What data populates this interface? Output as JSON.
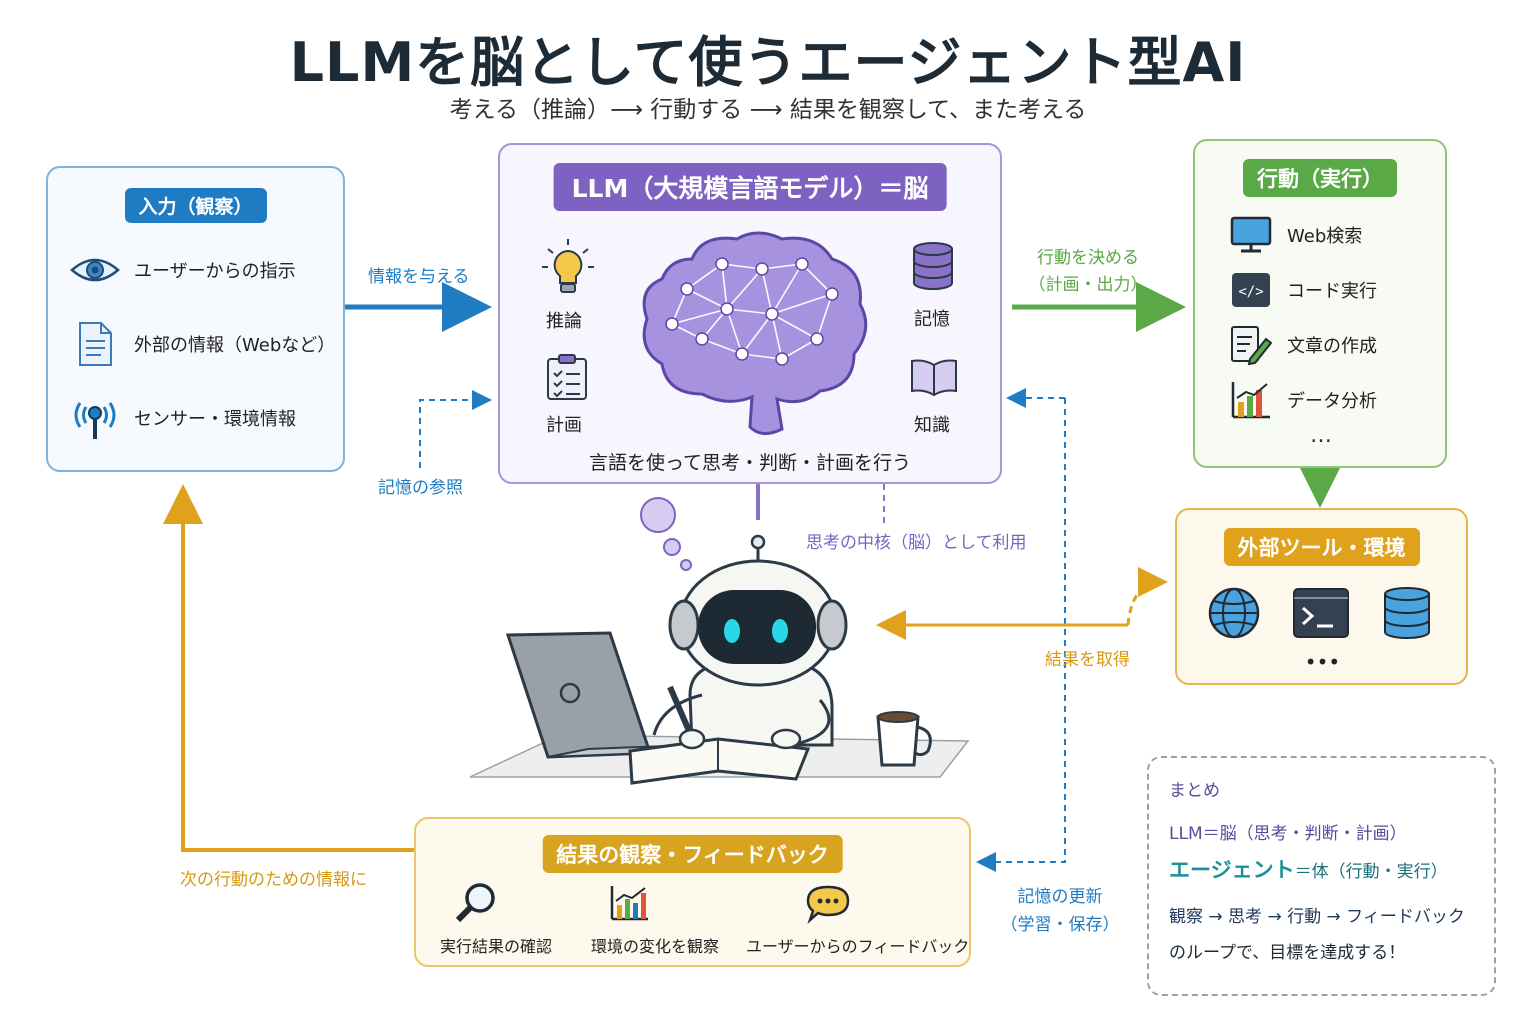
{
  "title": "LLMを脳として使うエージェント型AI",
  "subtitle": "考える（推論）⟶ 行動する ⟶ 結果を観察して、また考える",
  "input": {
    "header": "入力（観察）",
    "items": [
      "ユーザーからの指示",
      "外部の情報（Webなど）",
      "センサー・環境情報"
    ]
  },
  "llm": {
    "header": "LLM（大規模言語モデル）＝脳",
    "labels": [
      "推論",
      "計画",
      "記憶",
      "知識"
    ],
    "footer": "言語を使って思考・判断・計画を行う"
  },
  "action": {
    "header": "行動（実行）",
    "items": [
      "Web検索",
      "コード実行",
      "文章の作成",
      "データ分析"
    ],
    "more": "…"
  },
  "tools": {
    "header": "外部ツール・環境",
    "more": "•••"
  },
  "feedback": {
    "header": "結果の観察・フィードバック",
    "items": [
      "実行結果の確認",
      "環境の変化を観察",
      "ユーザーからのフィードバック"
    ]
  },
  "arrows": {
    "give_info": "情報を与える",
    "decide_action_1": "行動を決める",
    "decide_action_2": "（計画・出力）",
    "memory_ref": "記憶の参照",
    "core_use": "思考の中核（脳）として利用",
    "get_result": "結果を取得",
    "next_info": "次の行動のための情報に",
    "memory_update_1": "記憶の更新",
    "memory_update_2": "（学習・保存）"
  },
  "summary": {
    "title": "まとめ",
    "line1": "LLM＝脳（思考・判断・計画）",
    "line2_a": "エージェント",
    "line2_b": "＝体（行動・実行）",
    "line3": "観察 → 思考 → 行動 → フィードバック",
    "line4": "のループで、目標を達成する！"
  },
  "colors": {
    "blue": "#1f7cc2",
    "purple": "#7e62c2",
    "green": "#5aa846",
    "orange": "#e0a11c",
    "gold": "#d8a41f"
  }
}
